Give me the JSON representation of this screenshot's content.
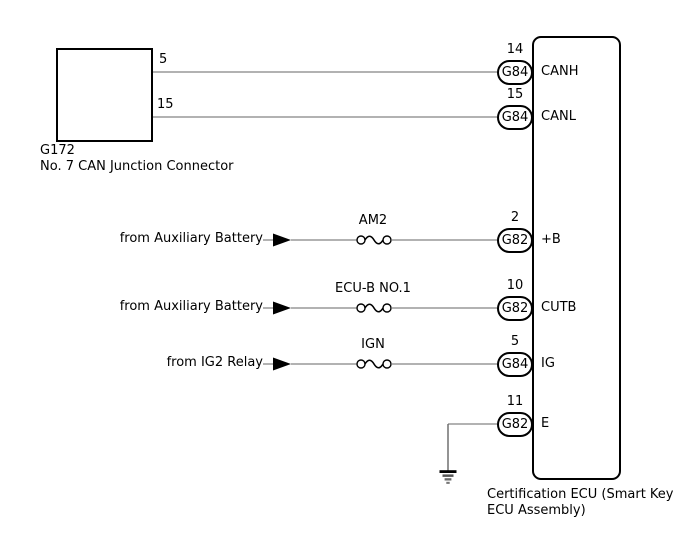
{
  "diagram": {
    "junction_connector": {
      "code": "G172",
      "name": "No. 7 CAN Junction Connector",
      "pins": [
        "5",
        "15"
      ]
    },
    "ecu": {
      "caption_line1": "Certification ECU (Smart Key",
      "caption_line2": "ECU Assembly)"
    },
    "rows": [
      {
        "pin": "14",
        "connector": "G84",
        "terminal": "CANH"
      },
      {
        "pin": "15",
        "connector": "G84",
        "terminal": "CANL"
      },
      {
        "source": "from Auxiliary Battery",
        "fuse": "AM2",
        "pin": "2",
        "connector": "G82",
        "terminal": "+B"
      },
      {
        "source": "from Auxiliary Battery",
        "fuse": "ECU-B NO.1",
        "pin": "10",
        "connector": "G82",
        "terminal": "CUTB"
      },
      {
        "source": "from IG2 Relay",
        "fuse": "IGN",
        "pin": "5",
        "connector": "G84",
        "terminal": "IG"
      },
      {
        "pin": "11",
        "connector": "G82",
        "terminal": "E",
        "ground": "chassis-ground"
      }
    ],
    "colors": {
      "wire": "#666666",
      "outline": "#000000",
      "background": "#ffffff"
    }
  }
}
